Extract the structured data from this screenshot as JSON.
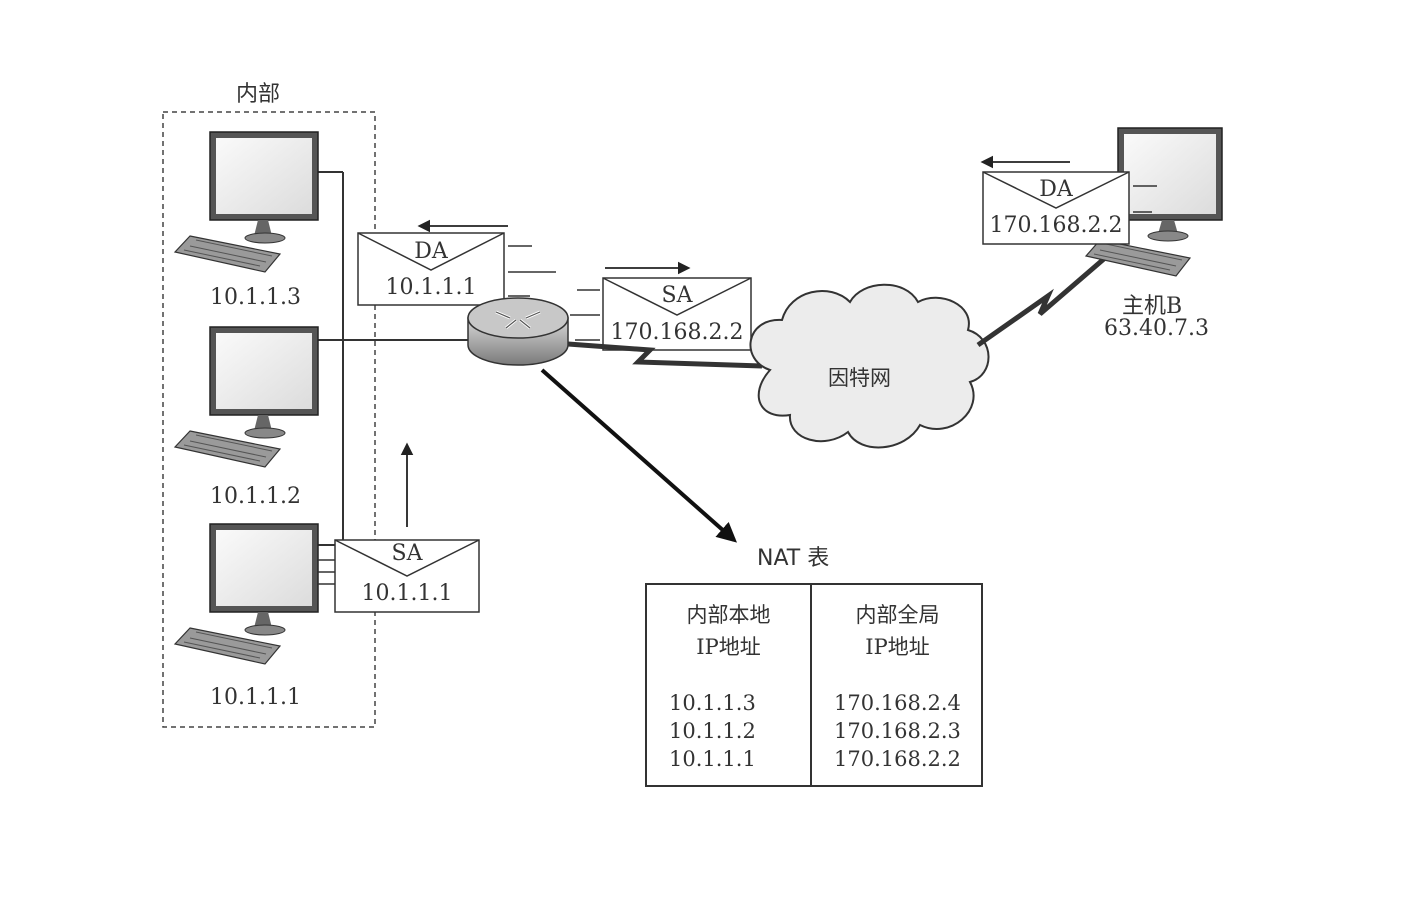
{
  "inside_label": "内部",
  "hosts": [
    {
      "ip": "10.1.1.3"
    },
    {
      "ip": "10.1.1.2"
    },
    {
      "ip": "10.1.1.1"
    }
  ],
  "packets": {
    "host_to_router": {
      "field": "SA",
      "address": "10.1.1.1"
    },
    "router_inbound": {
      "field": "DA",
      "address": "10.1.1.1"
    },
    "router_outbound": {
      "field": "SA",
      "address": "170.168.2.2"
    },
    "hostb_reply": {
      "field": "DA",
      "address": "170.168.2.2"
    }
  },
  "internet_label": "因特网",
  "host_b": {
    "name": "主机B",
    "ip": "63.40.7.3"
  },
  "nat_table": {
    "title": "NAT 表",
    "columns": [
      {
        "header_line1": "内部本地",
        "header_line2": "IP地址",
        "rows": [
          "10.1.1.3",
          "10.1.1.2",
          "10.1.1.1"
        ]
      },
      {
        "header_line1": "内部全局",
        "header_line2": "IP地址",
        "rows": [
          "170.168.2.4",
          "170.168.2.3",
          "170.168.2.2"
        ]
      }
    ]
  }
}
